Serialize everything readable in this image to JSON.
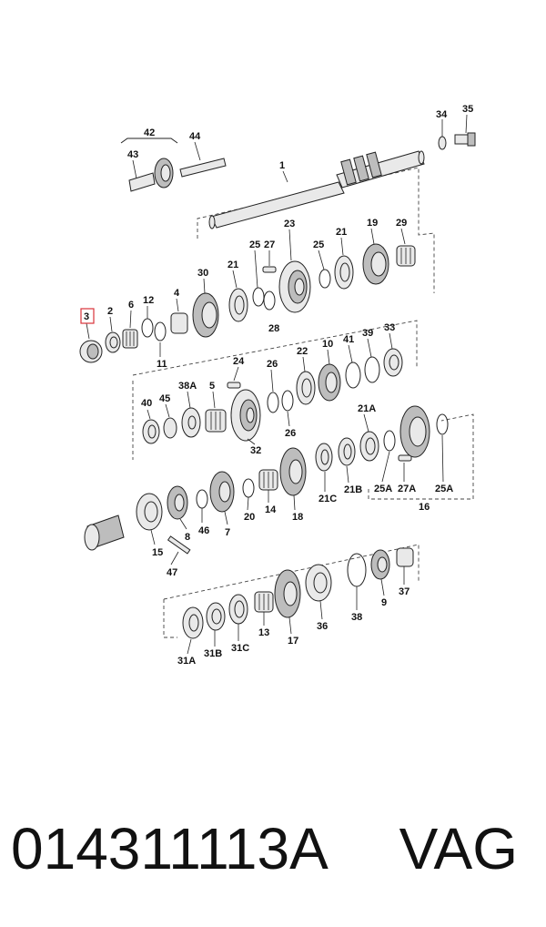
{
  "diagram": {
    "highlight_color": "#d9323a",
    "highlighted_label": "3",
    "labels": {
      "l1": "1",
      "l3": "3",
      "l2": "2",
      "l6": "6",
      "l12": "12",
      "l4": "4",
      "l30": "30",
      "l21a": "21",
      "l11": "11",
      "l23": "23",
      "l25a": "25",
      "l27a": "27",
      "l25b": "25",
      "l28": "28",
      "l21b": "21",
      "l19": "19",
      "l29": "29",
      "l34": "34",
      "l35": "35",
      "l42": "42",
      "l43": "43",
      "l44": "44",
      "l40": "40",
      "l45": "45",
      "l38A": "38A",
      "l5": "5",
      "l24": "24",
      "l32": "32",
      "l26a": "26",
      "l26b": "26",
      "l22": "22",
      "l10": "10",
      "l41": "41",
      "l39": "39",
      "l33": "33",
      "l21A": "21A",
      "l21C": "21C",
      "l21B": "21B",
      "l25A1": "25A",
      "l27A": "27A",
      "l25A2": "25A",
      "l16": "16",
      "l15": "15",
      "l8": "8",
      "l46": "46",
      "l7": "7",
      "l20": "20",
      "l14": "14",
      "l18": "18",
      "l47": "47",
      "l31A": "31A",
      "l31B": "31B",
      "l31C": "31C",
      "l13": "13",
      "l17": "17",
      "l36": "36",
      "l38": "38",
      "l9": "9",
      "l37": "37"
    }
  },
  "caption": {
    "part_number": "014311113A",
    "brand": "VAG"
  }
}
